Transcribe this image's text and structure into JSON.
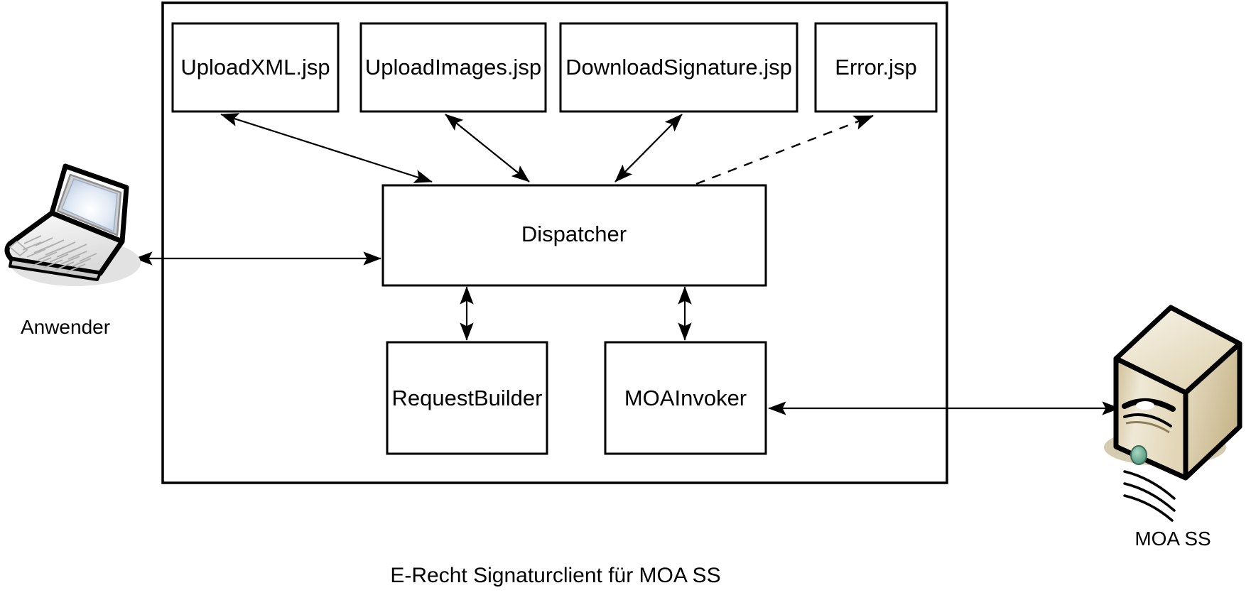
{
  "diagram": {
    "caption": "E-Recht Signaturclient für MOA SS",
    "container_name": "e-recht-signaturclient",
    "boxes": {
      "upload_xml": "UploadXML.jsp",
      "upload_images": "UploadImages.jsp",
      "download_signature": "DownloadSignature.jsp",
      "error": "Error.jsp",
      "dispatcher": "Dispatcher",
      "request_builder": "RequestBuilder",
      "moa_invoker": "MOAInvoker"
    },
    "actors": {
      "user": "Anwender",
      "server": "MOA SS"
    },
    "colors": {
      "stroke": "#000000",
      "fill": "#ffffff",
      "server_body": "#d9caa2",
      "server_front": "#e6dcc3",
      "server_top": "#f2ece0",
      "server_led": "#6fae94",
      "laptop_screen": "#ffffff",
      "laptop_screen_edge": "#b9c6db",
      "laptop_body": "#e8e8e8",
      "shadow": "#e0e0e0"
    },
    "connections": [
      {
        "from": "Anwender",
        "to": "Dispatcher",
        "style": "solid",
        "direction": "both"
      },
      {
        "from": "Dispatcher",
        "to": "UploadXML.jsp",
        "style": "solid",
        "direction": "both"
      },
      {
        "from": "Dispatcher",
        "to": "UploadImages.jsp",
        "style": "solid",
        "direction": "both"
      },
      {
        "from": "Dispatcher",
        "to": "DownloadSignature.jsp",
        "style": "solid",
        "direction": "both"
      },
      {
        "from": "Dispatcher",
        "to": "Error.jsp",
        "style": "dashed",
        "direction": "to"
      },
      {
        "from": "Dispatcher",
        "to": "RequestBuilder",
        "style": "solid",
        "direction": "both"
      },
      {
        "from": "Dispatcher",
        "to": "MOAInvoker",
        "style": "solid",
        "direction": "both"
      },
      {
        "from": "MOAInvoker",
        "to": "MOA SS",
        "style": "solid",
        "direction": "both"
      }
    ]
  }
}
